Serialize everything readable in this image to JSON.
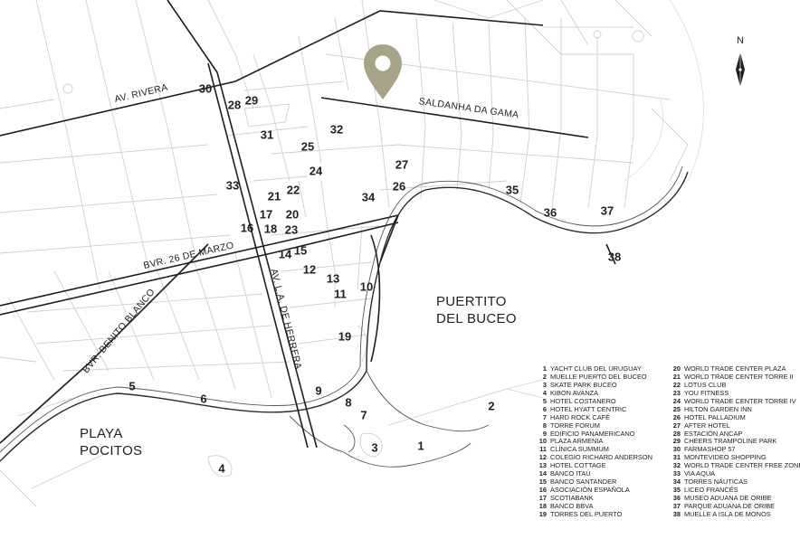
{
  "colors": {
    "marker": "#a7a389",
    "street": "#cfcfcf",
    "avenue": "#1e1e1e",
    "text": "#222222"
  },
  "compass": {
    "label": "N"
  },
  "marker": {
    "icon": "location-pin-icon"
  },
  "street_labels": {
    "av_rivera": "AV. RIVERA",
    "saldanha": "SALDANHA DA GAMA",
    "bvr_26": "BVR. 26 DE MARZO",
    "herrera": "AV. L.A. DE HERRERA",
    "benito": "BVR. BENITO BLANCO"
  },
  "place_labels": {
    "puertito_1": "PUERTITO",
    "puertito_2": "DEL BUCEO",
    "playa_1": "PLAYA",
    "playa_2": "POCITOS"
  },
  "pois": [
    {
      "n": "1",
      "name": "YACHT CLUB DEL URUGUAY"
    },
    {
      "n": "2",
      "name": "MUELLE PUERTO DEL BUCEO"
    },
    {
      "n": "3",
      "name": "SKATE PARK BUCEO"
    },
    {
      "n": "4",
      "name": "KIBON AVANZA"
    },
    {
      "n": "5",
      "name": "HOTEL COSTANERO"
    },
    {
      "n": "6",
      "name": "HOTEL HYATT CENTRIC"
    },
    {
      "n": "7",
      "name": "HARD ROCK CAFÉ"
    },
    {
      "n": "8",
      "name": "TORRE FORUM"
    },
    {
      "n": "9",
      "name": "EDIFICIO PANAMERICANO"
    },
    {
      "n": "10",
      "name": "PLAZA ARMENIA"
    },
    {
      "n": "11",
      "name": "CLÍNICA SUMMUM"
    },
    {
      "n": "12",
      "name": "COLEGIO RICHARD ANDERSON"
    },
    {
      "n": "13",
      "name": "HOTEL COTTAGE"
    },
    {
      "n": "14",
      "name": "BANCO ITAÚ"
    },
    {
      "n": "15",
      "name": "BANCO SANTANDER"
    },
    {
      "n": "16",
      "name": "ASOCIACIÓN ESPAÑOLA"
    },
    {
      "n": "17",
      "name": "SCOTIABANK"
    },
    {
      "n": "18",
      "name": "BANCO BBVA"
    },
    {
      "n": "19",
      "name": "TORRES DEL PUERTO"
    },
    {
      "n": "20",
      "name": "WORLD TRADE CENTER PLAZA"
    },
    {
      "n": "21",
      "name": "WORLD TRADE CENTER TORRE II"
    },
    {
      "n": "22",
      "name": "LOTUS CLUB"
    },
    {
      "n": "23",
      "name": "YOU FITNESS"
    },
    {
      "n": "24",
      "name": "WORLD TRADE CENTER TORRE IV"
    },
    {
      "n": "25",
      "name": "HILTON GARDEN INN"
    },
    {
      "n": "26",
      "name": "HOTEL PALLADIUM"
    },
    {
      "n": "27",
      "name": "AFTER HOTEL"
    },
    {
      "n": "28",
      "name": "ESTACIÓN ANCAP"
    },
    {
      "n": "29",
      "name": "CHEERS TRAMPOLINE PARK"
    },
    {
      "n": "30",
      "name": "FARMASHOP 57"
    },
    {
      "n": "31",
      "name": "MONTEVIDEO SHOPPING"
    },
    {
      "n": "32",
      "name": "WORLD TRADE CENTER FREE ZONE"
    },
    {
      "n": "33",
      "name": "VIA AQUA"
    },
    {
      "n": "34",
      "name": "TORRES NÁUTICAS"
    },
    {
      "n": "35",
      "name": "LICEO FRANCÉS"
    },
    {
      "n": "36",
      "name": "MUSEO ADUANA DE ORIBE"
    },
    {
      "n": "37",
      "name": "PARQUE ADUANA DE ORIBE"
    },
    {
      "n": "38",
      "name": "MUELLE A ISLA DE MONOS"
    }
  ]
}
